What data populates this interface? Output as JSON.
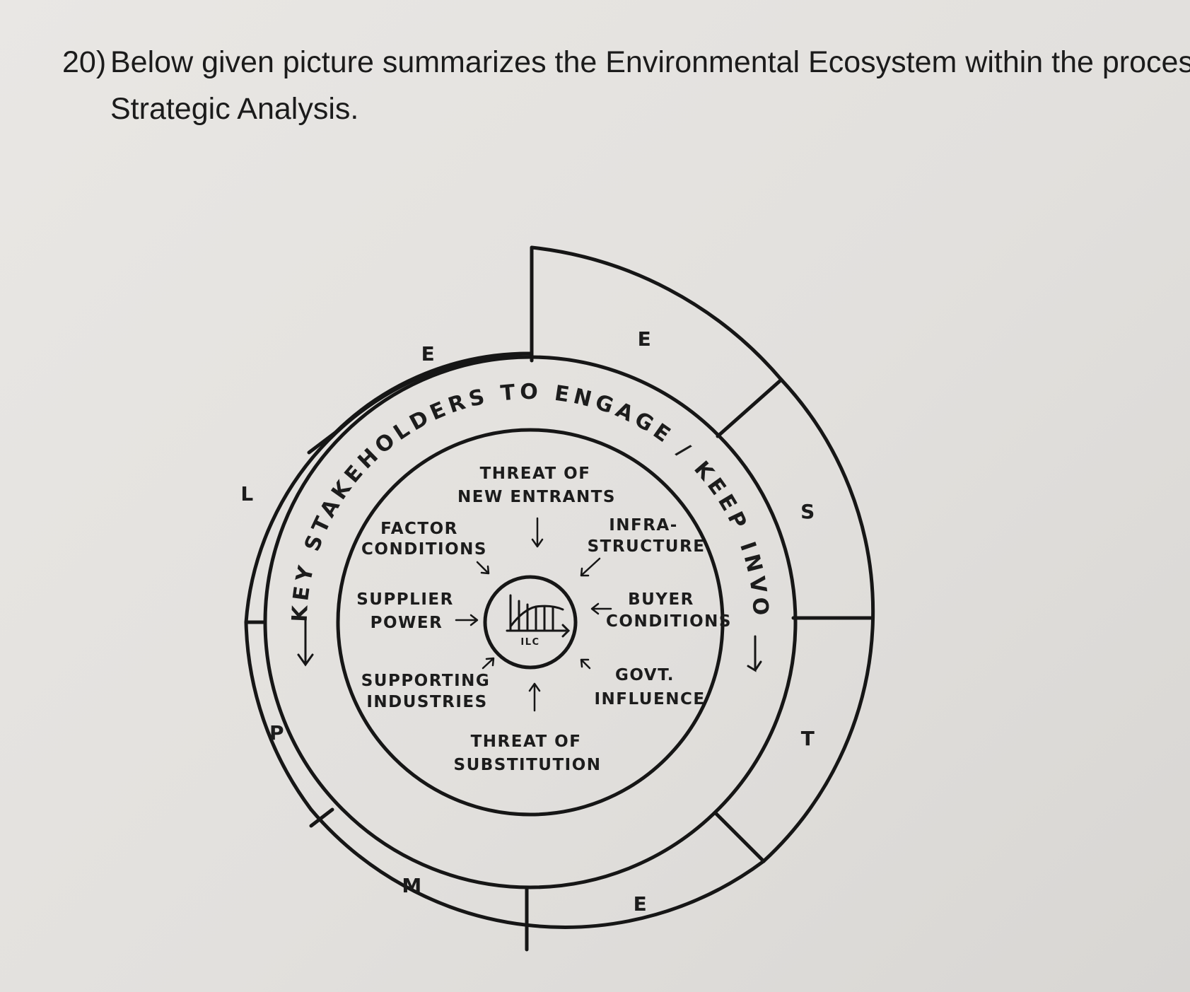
{
  "question": {
    "number": "20)",
    "line1": "Below given picture summarizes the Environmental Ecosystem within the process o",
    "line2": "Strategic Analysis."
  },
  "diagram": {
    "outer_segments": {
      "E_top": "E",
      "E_top_left": "E",
      "L": "L",
      "P": "P",
      "M": "M",
      "E_bottom": "E",
      "T": "T",
      "S": "S"
    },
    "ring_text": "KEY  STAKEHOLDERS  TO  ENGAGE  /  KEEP  INVOLVED",
    "forces": {
      "threat_new_entrants": [
        "THREAT OF",
        "NEW ENTRANTS"
      ],
      "factor_conditions": [
        "FACTOR",
        "CONDITIONS"
      ],
      "infrastructure": [
        "INFRA-",
        "STRUCTURE"
      ],
      "supplier_power": [
        "SUPPLIER",
        "POWER"
      ],
      "buyer_conditions": [
        "BUYER",
        "CONDITIONS"
      ],
      "supporting_industries": [
        "SUPPORTING",
        "INDUSTRIES"
      ],
      "govt_influence": [
        "GOVT.",
        "INFLUENCE"
      ],
      "threat_substitution": [
        "THREAT OF",
        "SUBSTITUTION"
      ]
    },
    "center_label": "ILC"
  }
}
